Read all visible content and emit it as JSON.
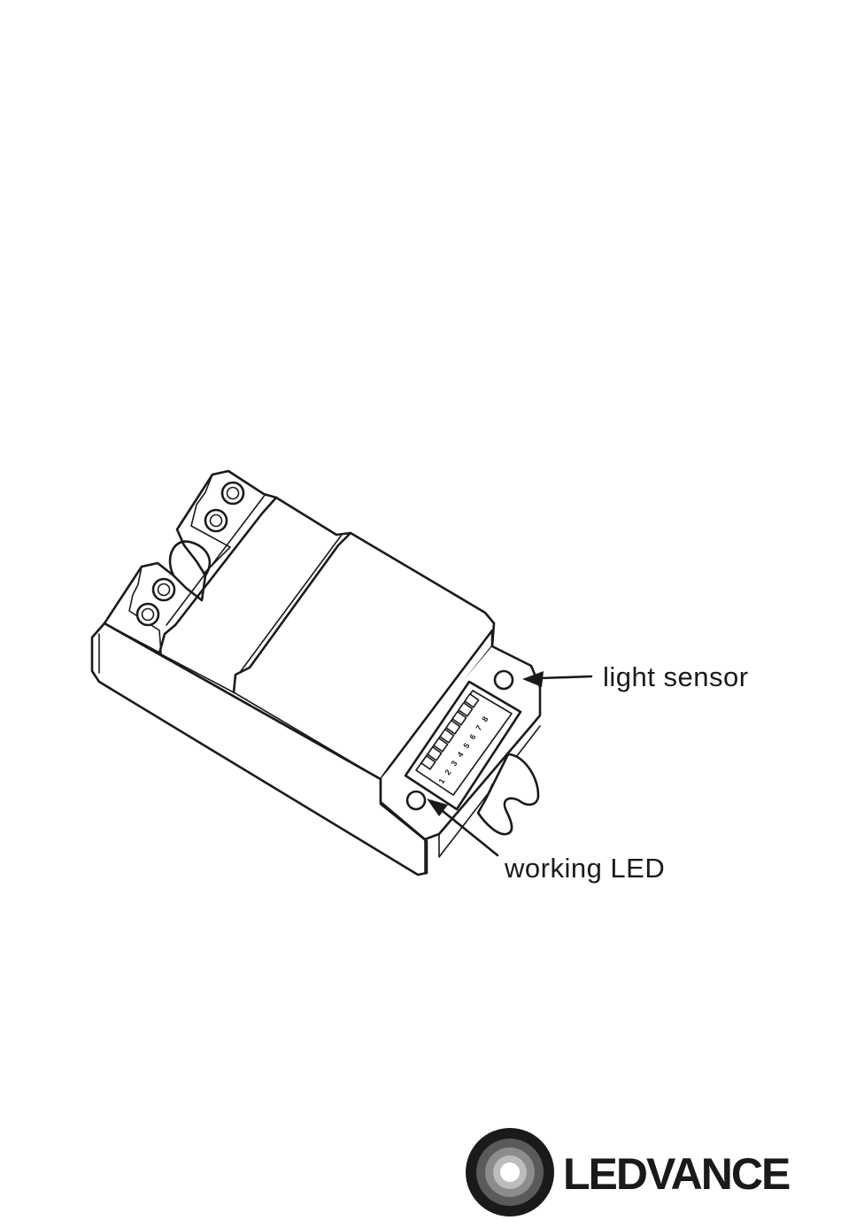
{
  "callouts": {
    "light_sensor": "light sensor",
    "working_led": "working LED"
  },
  "dip_switch_numbers": [
    "1",
    "2",
    "3",
    "4",
    "5",
    "6",
    "7",
    "8"
  ],
  "brand": {
    "name": "LEDVANCE",
    "logo_icon": "ledvance-ring-icon",
    "ring_colors": [
      "#1a1a1a",
      "#5a5a5a",
      "#8c8c8c",
      "#bdbdbd",
      "#ffffff"
    ]
  }
}
